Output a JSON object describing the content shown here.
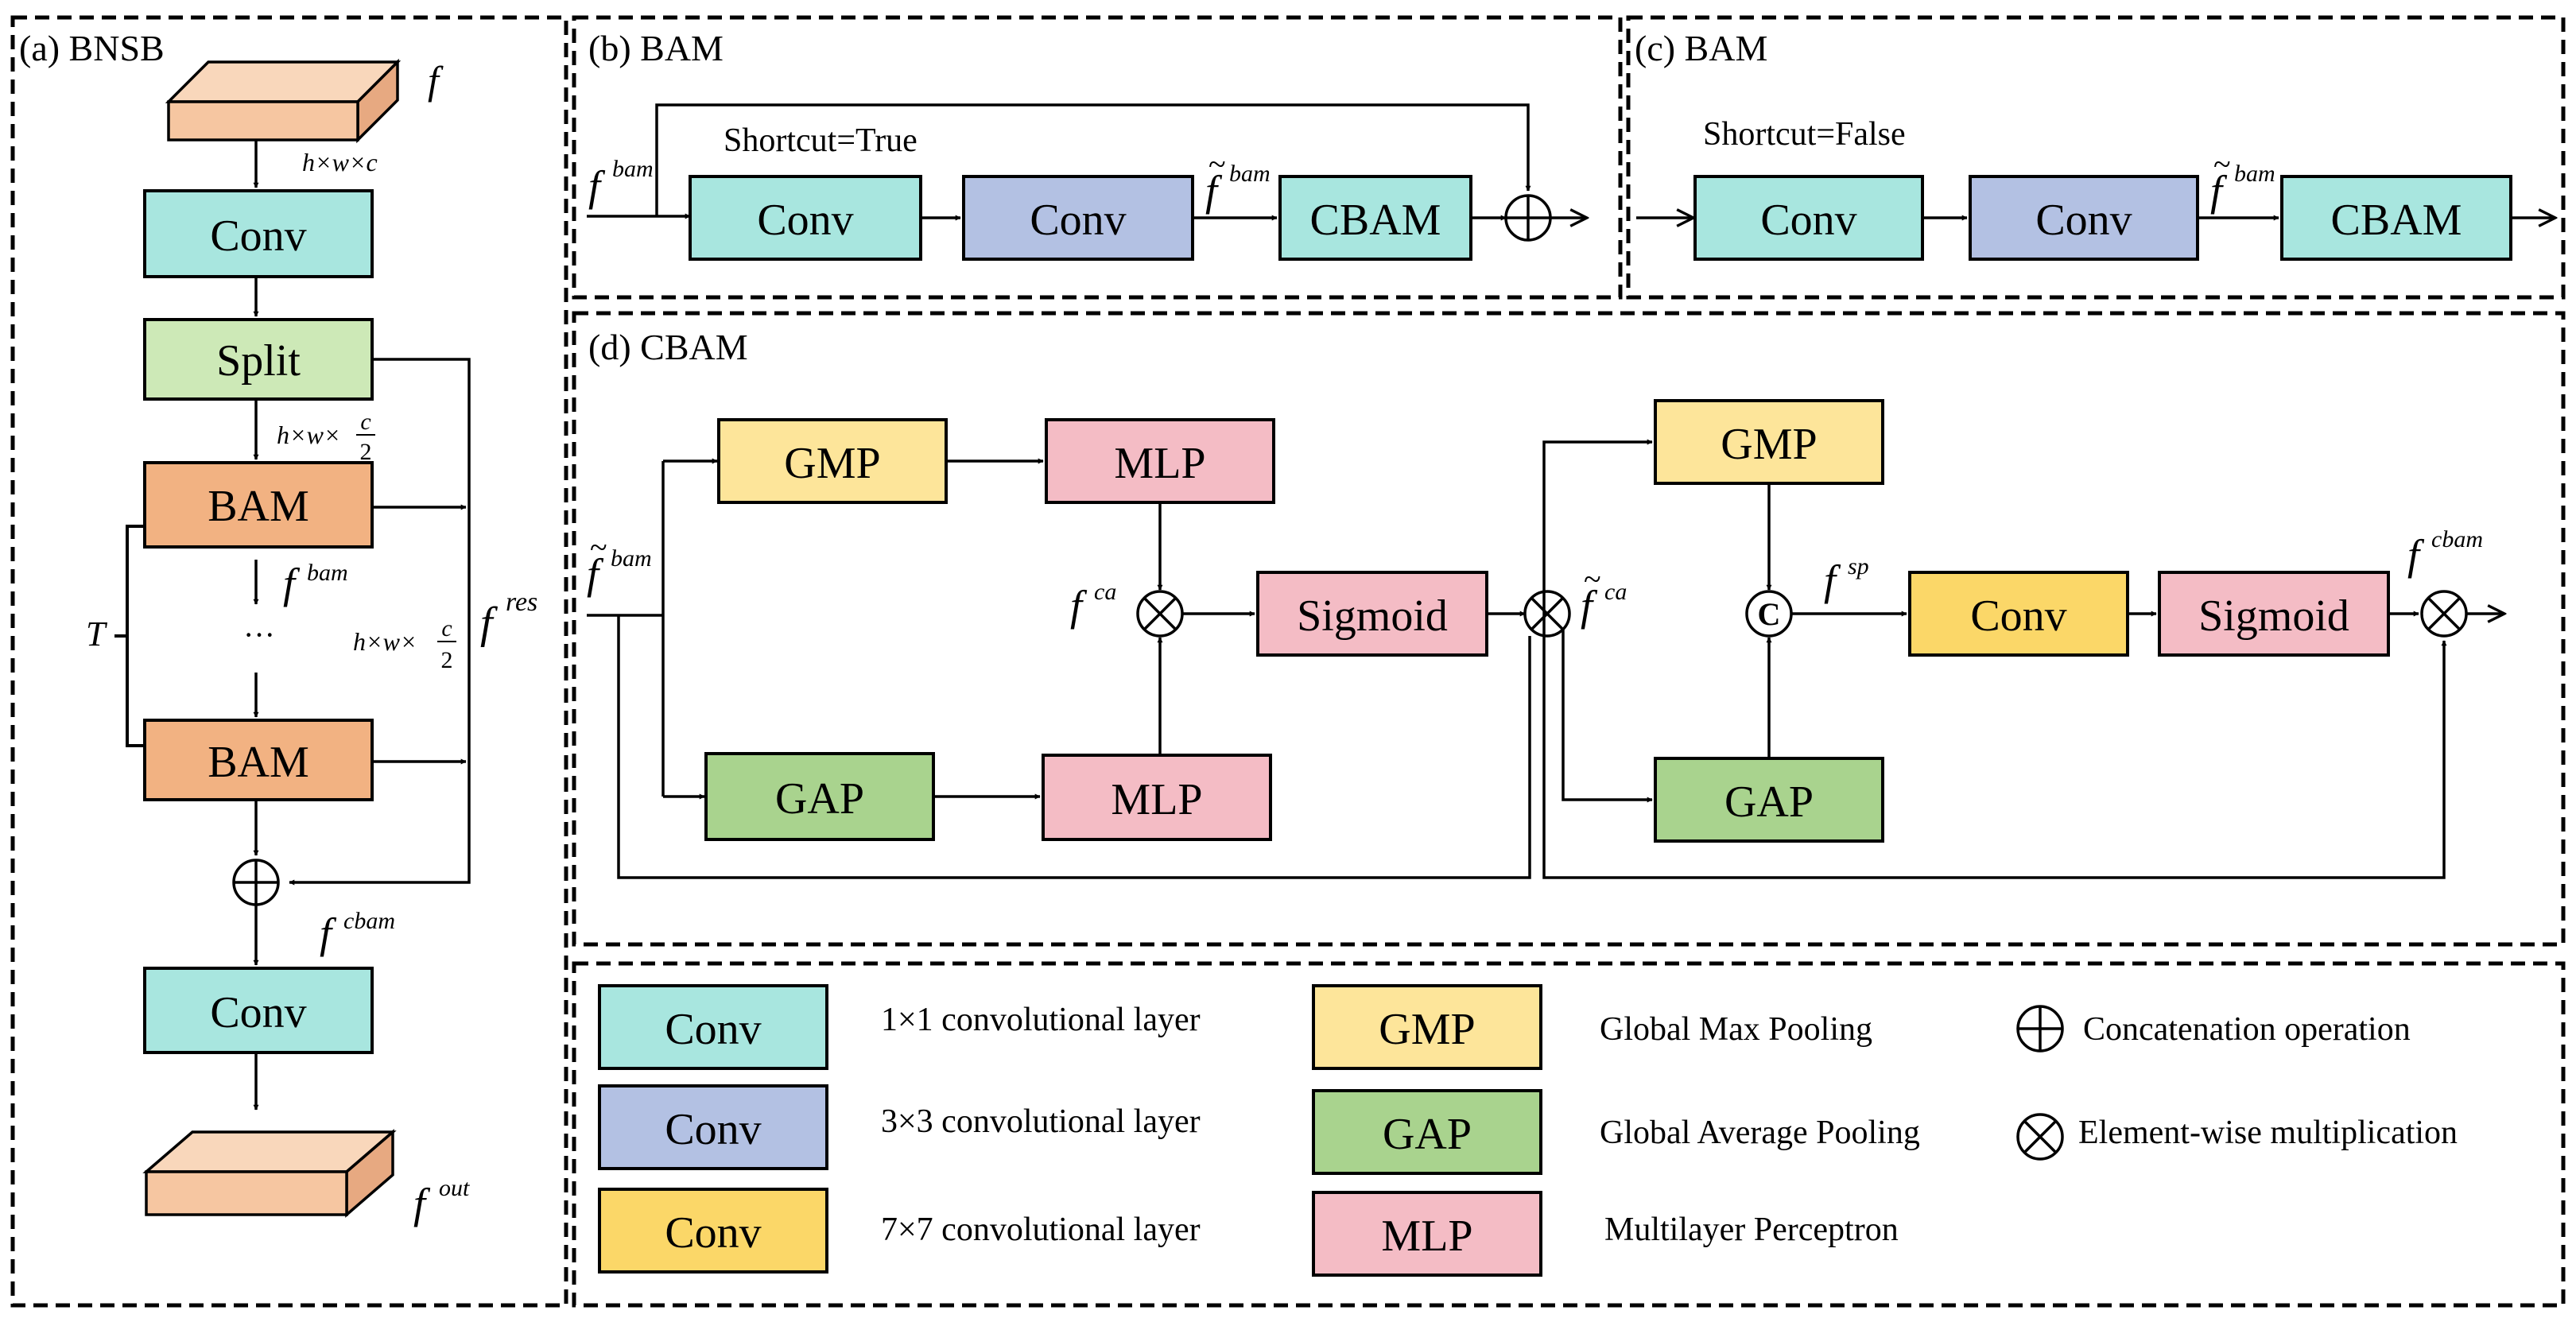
{
  "colors": {
    "conv1x1": "#a8e6df",
    "conv3x3": "#b3c1e3",
    "conv7x7": "#fbd768",
    "gmp": "#fde59a",
    "gap": "#a9d38e",
    "mlp": "#f4bcc5",
    "bam": "#f2b282",
    "split": "#cde9b7",
    "feature": "#f6c6a1",
    "feature_top": "#f9d7bb",
    "feature_side": "#e7a981"
  },
  "panel_a": {
    "title": "(a) BNSB",
    "f_label": "f",
    "dim_hwc": "h×w×c",
    "conv_top": "Conv",
    "split": "Split",
    "dim_half_prefix": "h×w×",
    "dim_half_num": "c",
    "dim_half_den": "2",
    "bam_1": "BAM",
    "f_bam_base": "f",
    "f_bam_sup": "bam",
    "dots": "···",
    "T_label": "T",
    "f_res_base": "f",
    "f_res_sup": "res",
    "dim2_prefix": "h×w×",
    "dim2_num": "c",
    "dim2_den": "2",
    "bam_2": "BAM",
    "f_cbam_base": "f",
    "f_cbam_sup": "cbam",
    "conv_bottom": "Conv",
    "f_out_base": "f",
    "f_out_sup": "out"
  },
  "panel_b": {
    "title": "(b) BAM",
    "shortcut": "Shortcut=True",
    "f_in_base": "f",
    "f_in_sup": "bam",
    "conv_1": "Conv",
    "conv_2": "Conv",
    "f_mid_base": "f",
    "f_mid_sup": "bam",
    "cbam": "CBAM"
  },
  "panel_c": {
    "title": "(c) BAM",
    "shortcut": "Shortcut=False",
    "conv_1": "Conv",
    "conv_2": "Conv",
    "f_mid_base": "f",
    "f_mid_sup": "bam",
    "cbam": "CBAM"
  },
  "panel_d": {
    "title": "(d) CBAM",
    "f_in_base": "f",
    "f_in_sup": "bam",
    "gmp_1": "GMP",
    "mlp_1": "MLP",
    "gap_1": "GAP",
    "mlp_2": "MLP",
    "f_ca_base": "f",
    "f_ca_sup": "ca",
    "sigmoid_1": "Sigmoid",
    "f_ca2_base": "f",
    "f_ca2_sup": "ca",
    "gmp_2": "GMP",
    "gap_2": "GAP",
    "concat_c": "C",
    "f_sp_base": "f",
    "f_sp_sup": "sp",
    "conv": "Conv",
    "sigmoid_2": "Sigmoid",
    "f_cbam_base": "f",
    "f_cbam_sup": "cbam"
  },
  "legend": {
    "conv_1x1": "Conv",
    "conv_1x1_desc": "1×1 convolutional layer",
    "conv_3x3": "Conv",
    "conv_3x3_desc": "3×3 convolutional layer",
    "conv_7x7": "Conv",
    "conv_7x7_desc": "7×7 convolutional layer",
    "gmp": "GMP",
    "gmp_desc": "Global Max Pooling",
    "gap": "GAP",
    "gap_desc": "Global Average Pooling",
    "mlp": "MLP",
    "mlp_desc": "Multilayer Perceptron",
    "concat_desc": "Concatenation operation",
    "mult_desc": "Element-wise multiplication"
  }
}
